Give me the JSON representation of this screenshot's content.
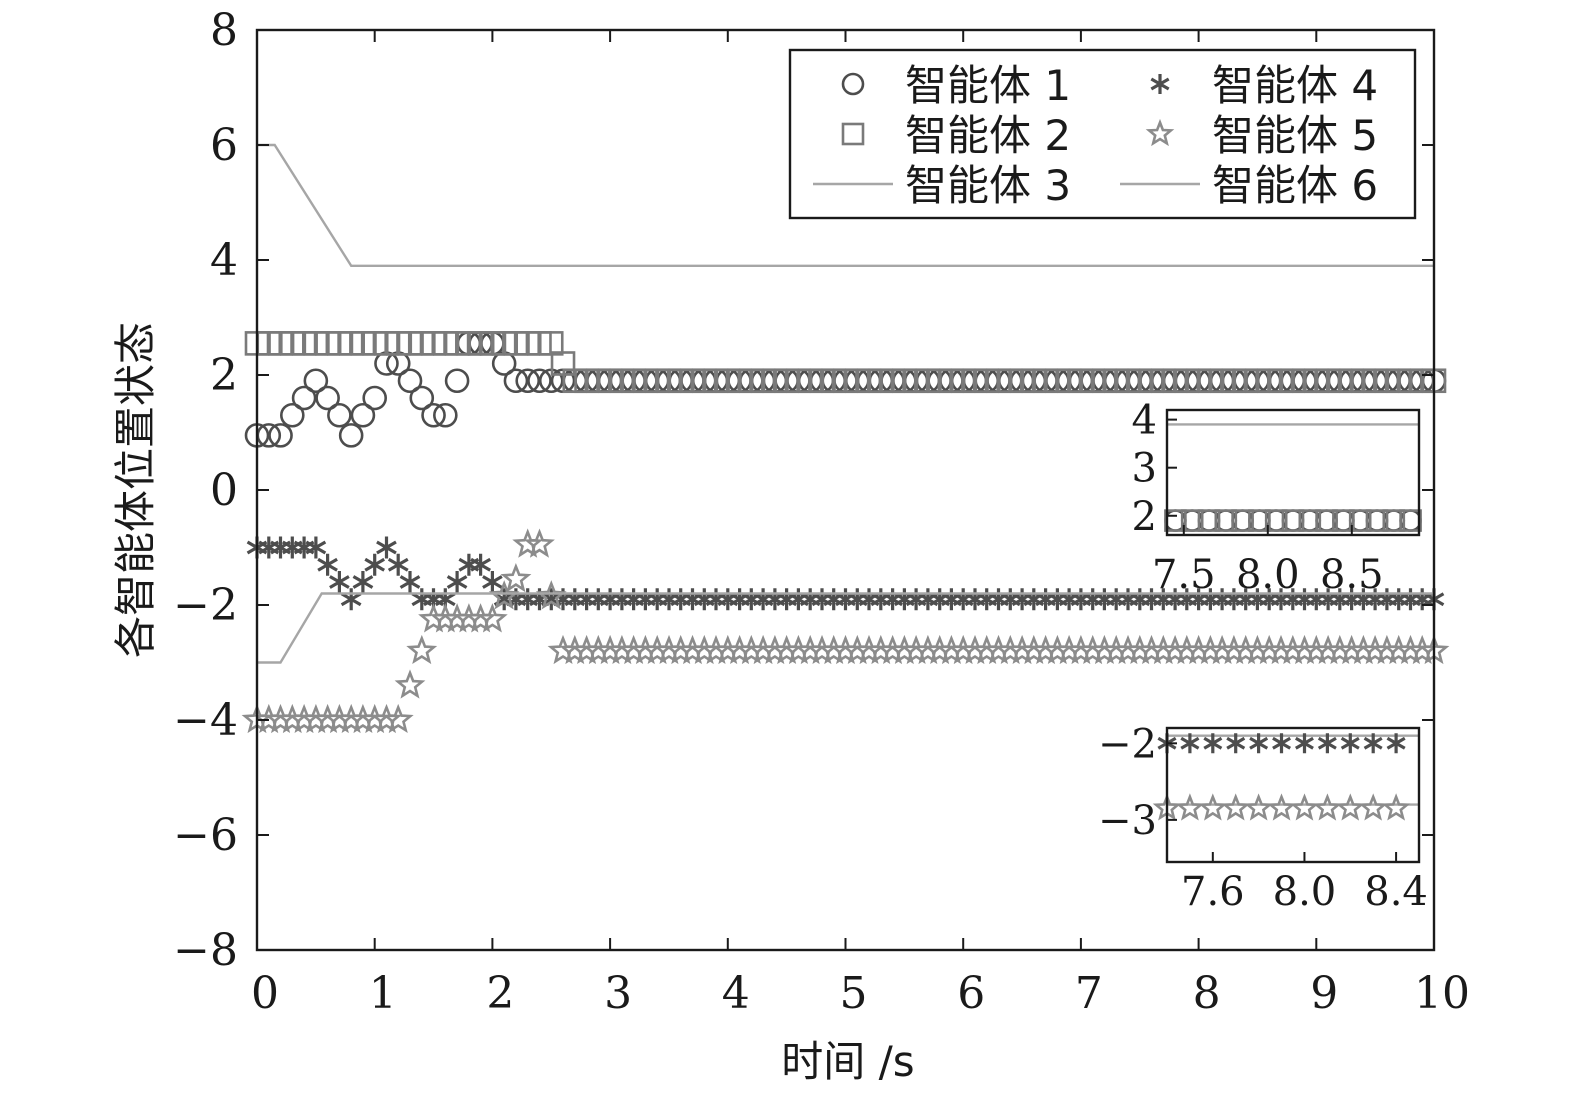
{
  "chart_data": {
    "type": "scatter",
    "xlabel": "时间 /s",
    "ylabel": "各智能体位置状态",
    "xlim": [
      0,
      10
    ],
    "ylim": [
      -8,
      8
    ],
    "xticks": [
      "0",
      "1",
      "2",
      "3",
      "4",
      "5",
      "6",
      "7",
      "8",
      "9",
      "10"
    ],
    "yticks": [
      "−8",
      "−6",
      "−4",
      "−2",
      "0",
      "2",
      "4",
      "6",
      "8"
    ],
    "legend_position": "top-right",
    "colors": {
      "dark": "#4d4d4d",
      "mid": "#7a7a7a",
      "light": "#a6a6a6"
    },
    "series": [
      {
        "name": "智能体 1",
        "marker": "circle",
        "color": "#4d4d4d",
        "x": [
          0,
          0.1,
          0.2,
          0.3,
          0.4,
          0.5,
          0.6,
          0.7,
          0.8,
          0.9,
          1.0,
          1.1,
          1.2,
          1.3,
          1.4,
          1.5,
          1.6,
          1.7,
          1.8,
          1.9,
          2.0,
          2.1,
          2.2,
          2.3,
          2.4,
          2.5,
          2.6
        ],
        "y": [
          0.95,
          0.95,
          0.95,
          1.3,
          1.6,
          1.9,
          1.6,
          1.3,
          0.95,
          1.3,
          1.6,
          2.2,
          2.2,
          1.9,
          1.6,
          1.3,
          1.3,
          1.9,
          2.55,
          2.55,
          2.55,
          2.2,
          1.9,
          1.9,
          1.9,
          1.9,
          1.9
        ],
        "tail": {
          "from": 2.7,
          "to": 10,
          "step": 0.1,
          "y": 1.9
        }
      },
      {
        "name": "智能体 2",
        "marker": "square",
        "color": "#7a7a7a",
        "x": [
          2.6
        ],
        "y": [
          2.2
        ],
        "prefix": {
          "from": 0,
          "to": 2.5,
          "step": 0.1,
          "y": 2.55
        },
        "tail": {
          "from": 2.7,
          "to": 10,
          "step": 0.1,
          "y": 1.9
        }
      },
      {
        "name": "智能体 3",
        "marker": "line",
        "color": "#a6a6a6",
        "x": [
          0,
          0.15,
          0.8,
          10
        ],
        "y": [
          6,
          6,
          3.9,
          3.9
        ]
      },
      {
        "name": "智能体 4",
        "marker": "asterisk",
        "color": "#4d4d4d",
        "x": [
          0,
          0.1,
          0.2,
          0.3,
          0.4,
          0.5,
          0.6,
          0.7,
          0.8,
          0.9,
          1.0,
          1.1,
          1.2,
          1.3,
          1.4,
          1.5,
          1.6,
          1.7,
          1.8,
          1.9,
          2.0,
          2.1,
          2.2
        ],
        "y": [
          -1,
          -1,
          -1,
          -1,
          -1,
          -1,
          -1.3,
          -1.6,
          -1.9,
          -1.6,
          -1.3,
          -1,
          -1.3,
          -1.6,
          -1.9,
          -1.9,
          -1.9,
          -1.6,
          -1.3,
          -1.3,
          -1.6,
          -1.9,
          -1.9
        ],
        "tail": {
          "from": 2.3,
          "to": 10,
          "step": 0.1,
          "y": -1.9
        }
      },
      {
        "name": "智能体 5",
        "marker": "star",
        "color": "#8c8c8c",
        "x": [
          0,
          0.1,
          0.2,
          0.3,
          0.4,
          0.5,
          0.6,
          0.7,
          0.8,
          0.9,
          1.0,
          1.1,
          1.2,
          1.3,
          1.4,
          1.5,
          1.6,
          1.7,
          1.8,
          1.9,
          2.0,
          2.1,
          2.2,
          2.3,
          2.4,
          2.5
        ],
        "y": [
          -4,
          -4,
          -4,
          -4,
          -4,
          -4,
          -4,
          -4,
          -4,
          -4,
          -4,
          -4,
          -4,
          -3.4,
          -2.8,
          -2.25,
          -2.25,
          -2.25,
          -2.25,
          -2.25,
          -2.25,
          -1.85,
          -1.55,
          -0.95,
          -0.95,
          -1.85
        ],
        "tail": {
          "from": 2.6,
          "to": 10,
          "step": 0.1,
          "y": -2.8
        }
      },
      {
        "name": "智能体 6",
        "marker": "line",
        "color": "#a6a6a6",
        "x": [
          0,
          0.2,
          0.55,
          10
        ],
        "y": [
          -3,
          -3,
          -1.8,
          -1.8
        ]
      }
    ],
    "insets": [
      {
        "xlim": [
          7.4,
          8.9
        ],
        "ylim": [
          1.6,
          4.2
        ],
        "xticks": [
          "7.5",
          "8.0",
          "8.5"
        ],
        "xtick_values": [
          7.5,
          8.0,
          8.5
        ],
        "yticks": [
          "2",
          "3",
          "4"
        ],
        "ytick_values": [
          2,
          3,
          4
        ],
        "lines": [
          {
            "y": 3.9,
            "color": "#a6a6a6"
          }
        ],
        "markers": [
          {
            "series": "智能体 1",
            "y": 1.9,
            "from": 7.45,
            "to": 8.85,
            "step": 0.1
          },
          {
            "series": "智能体 2",
            "y": 1.9,
            "from": 7.45,
            "to": 8.85,
            "step": 0.1
          }
        ]
      },
      {
        "xlim": [
          7.4,
          8.5
        ],
        "ylim": [
          -3.55,
          -1.8
        ],
        "xticks": [
          "7.6",
          "8.0",
          "8.4"
        ],
        "xtick_values": [
          7.6,
          8.0,
          8.4
        ],
        "yticks": [
          "−2",
          "−3"
        ],
        "ytick_values": [
          -2,
          -3
        ],
        "lines": [
          {
            "y": -1.9,
            "color": "#a6a6a6"
          },
          {
            "y": -2.8,
            "color": "#a6a6a6"
          }
        ],
        "markers": [
          {
            "series": "智能体 4",
            "y": -2.0,
            "from": 7.4,
            "to": 8.4,
            "step": 0.1
          },
          {
            "series": "智能体 5",
            "y": -2.85,
            "from": 7.4,
            "to": 8.4,
            "step": 0.1
          }
        ]
      }
    ]
  }
}
